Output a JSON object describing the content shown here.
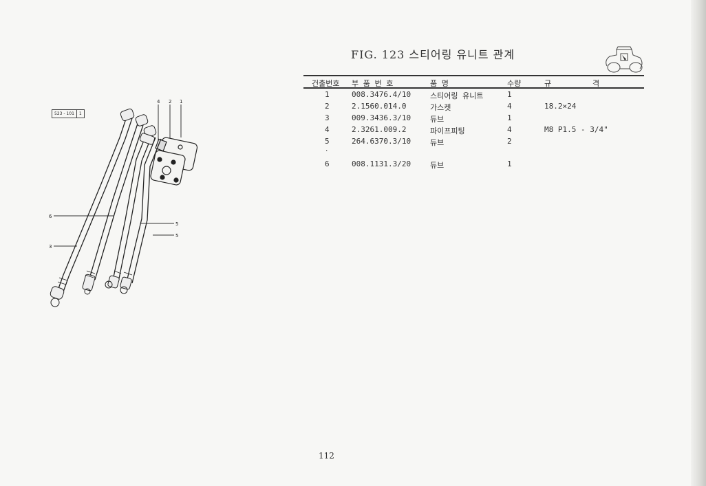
{
  "title": "FIG. 123 스티어링 유니트 관계",
  "reference_box": [
    "523 - 101",
    "1"
  ],
  "callouts": [
    "4",
    "2",
    "1",
    "6",
    "3",
    "5",
    "5"
  ],
  "table": {
    "headers": {
      "no": "건출번호",
      "part": "부 품 번 호",
      "name": "품      명",
      "qty": "수량",
      "spec": "규",
      "spec2": "격"
    },
    "rows": [
      {
        "no": "1",
        "part": "008.3476.4/10",
        "name": "스티어링 유니트",
        "qty": "1",
        "spec": ""
      },
      {
        "no": "2",
        "part": "2.1560.014.0",
        "name": "가스켓",
        "qty": "4",
        "spec": "18.2×24"
      },
      {
        "no": "3",
        "part": "009.3436.3/10",
        "name": "듀브",
        "qty": "1",
        "spec": ""
      },
      {
        "no": "4",
        "part": "2.3261.009.2",
        "name": "파이프피팅",
        "qty": "4",
        "spec": "M8 P1.5 - 3/4\""
      },
      {
        "no": "5",
        "part": "264.6370.3/10",
        "name": "듀브",
        "qty": "2",
        "spec": ""
      },
      {
        "no": "6",
        "part": "008.1131.3/20",
        "name": "듀브",
        "qty": "1",
        "spec": ""
      }
    ]
  },
  "page_number": "112"
}
